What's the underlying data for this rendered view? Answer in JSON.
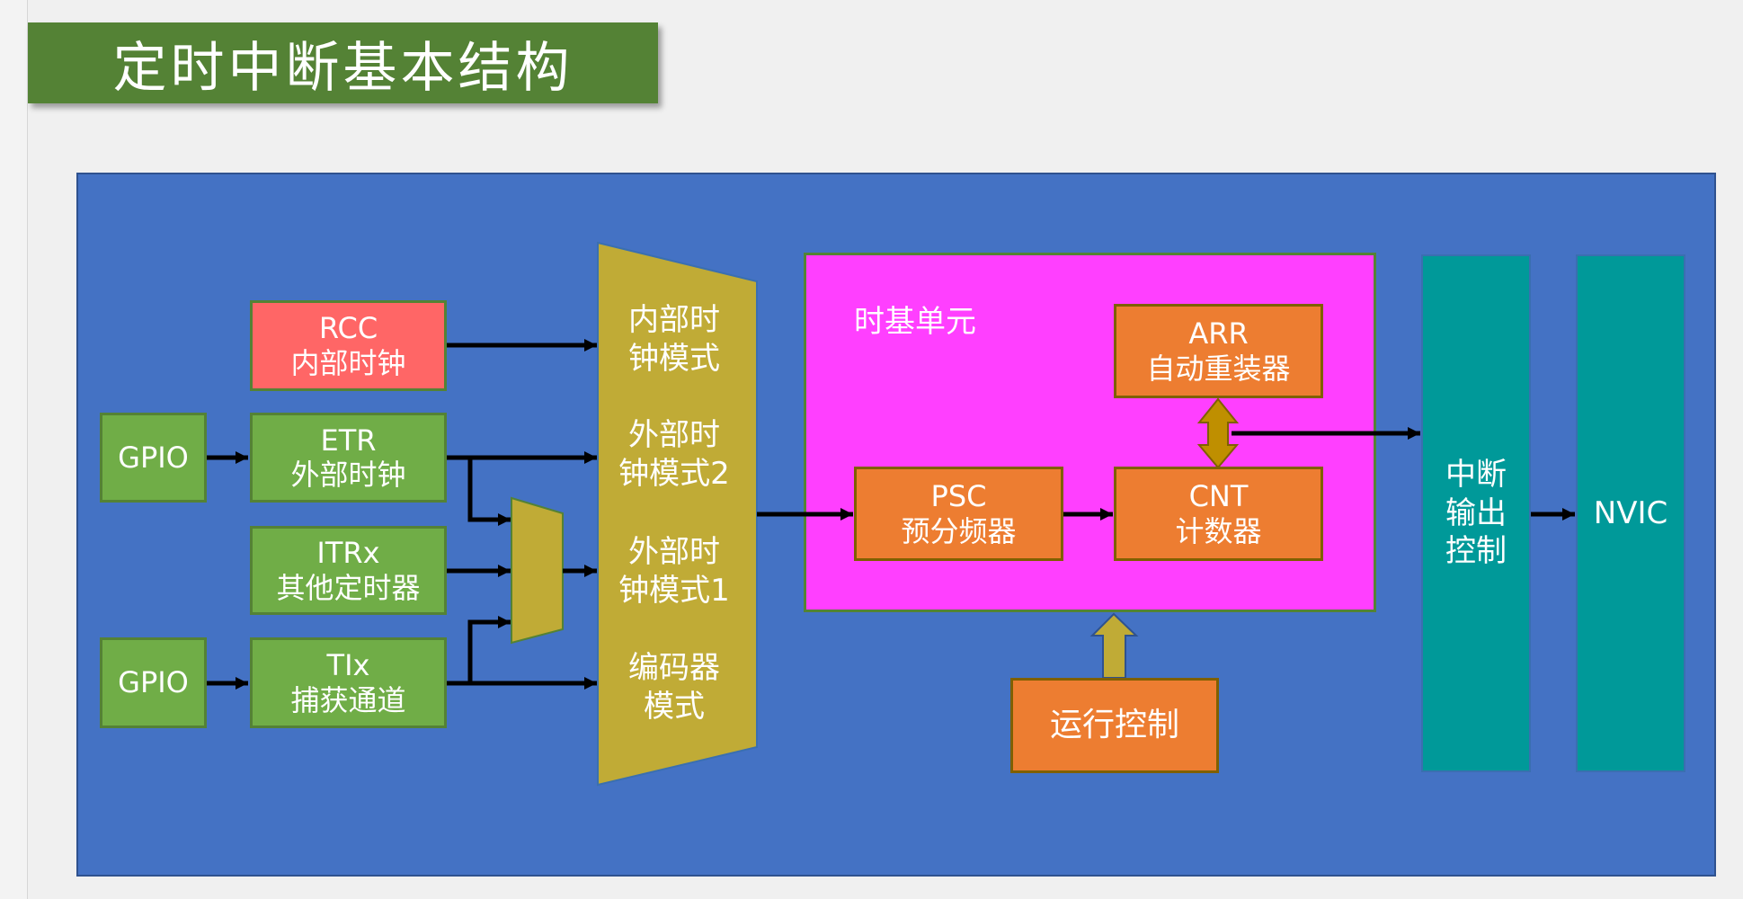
{
  "title": "定时中断基本结构",
  "colors": {
    "title_bg": "#548235",
    "panel_bg": "#4472c4",
    "green_block": "#70ad47",
    "rcc_block": "#ff6666",
    "mux": "#c0ab36",
    "time_base_bg": "#ff3fff",
    "orange_block": "#ed7d31",
    "teal_block": "#009999"
  },
  "sources": {
    "gpio1": "GPIO",
    "gpio2": "GPIO",
    "rcc": {
      "line1": "RCC",
      "line2": "内部时钟"
    },
    "etr": {
      "line1": "ETR",
      "line2": "外部时钟"
    },
    "itrx": {
      "line1": "ITRx",
      "line2": "其他定时器"
    },
    "tix": {
      "line1": "TIx",
      "line2": "捕获通道"
    }
  },
  "clock_modes": [
    {
      "line1": "内部时",
      "line2": "钟模式"
    },
    {
      "line1": "外部时",
      "line2": "钟模式2"
    },
    {
      "line1": "外部时",
      "line2": "钟模式1"
    },
    {
      "line1": "编码器",
      "line2": "模式"
    }
  ],
  "time_base": {
    "label": "时基单元",
    "arr": {
      "line1": "ARR",
      "line2": "自动重装器"
    },
    "psc": {
      "line1": "PSC",
      "line2": "预分频器"
    },
    "cnt": {
      "line1": "CNT",
      "line2": "计数器"
    }
  },
  "run_control": "运行控制",
  "interrupt_output": {
    "line1": "中断",
    "line2": "输出",
    "line3": "控制"
  },
  "nvic": "NVIC"
}
